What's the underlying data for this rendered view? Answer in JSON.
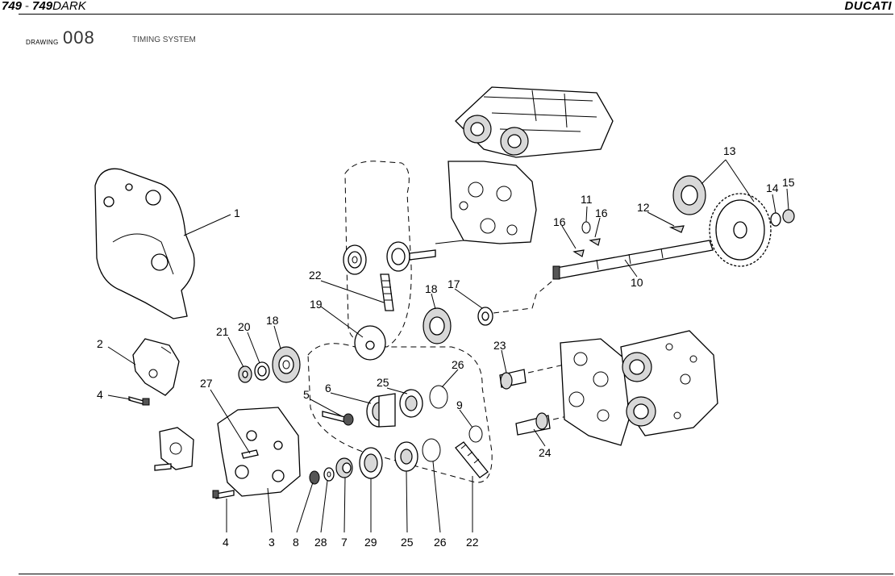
{
  "header": {
    "model_a": "749",
    "separator": "-",
    "model_b_bold": "749",
    "model_b_suffix": "DARK",
    "brand": "DUCATI"
  },
  "drawing": {
    "label": "DRAWING",
    "number": "008",
    "title": "TIMING SYSTEM"
  },
  "callouts": [
    "1",
    "2",
    "4",
    "27",
    "4",
    "3",
    "8",
    "28",
    "7",
    "29",
    "25",
    "26",
    "22",
    "21",
    "20",
    "18",
    "19",
    "22",
    "18",
    "17",
    "5",
    "6",
    "25",
    "26",
    "9",
    "23",
    "24",
    "16",
    "11",
    "16",
    "12",
    "10",
    "13",
    "14",
    "15"
  ]
}
